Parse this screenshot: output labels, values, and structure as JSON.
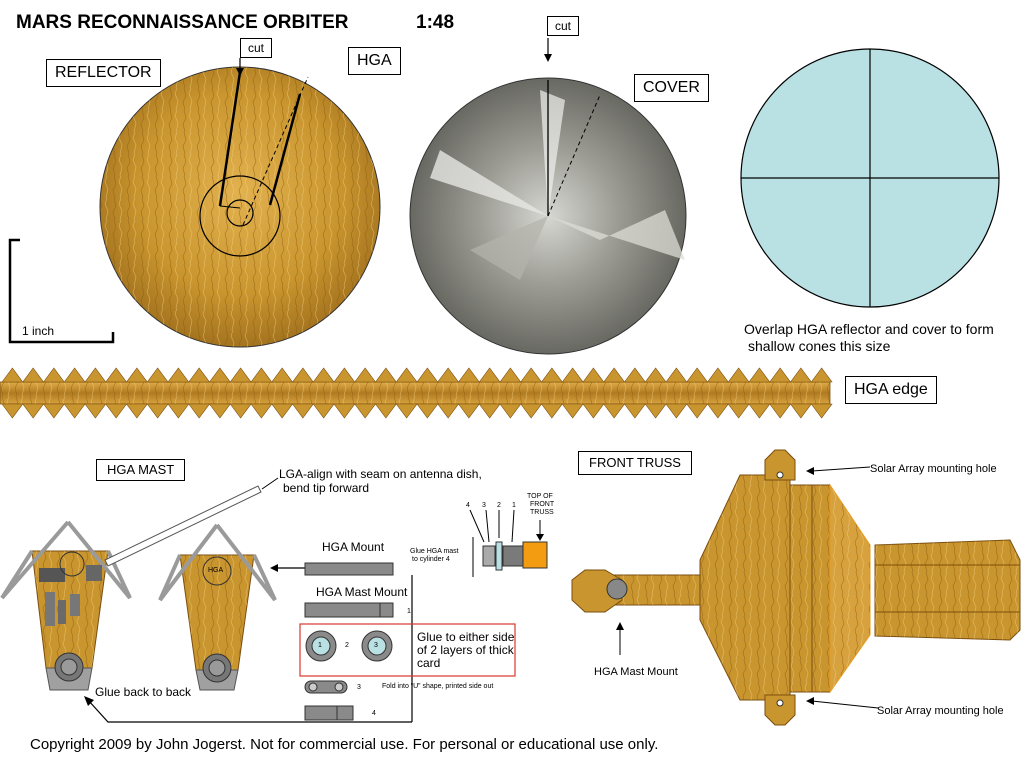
{
  "title": "MARS RECONNAISSANCE ORBITER",
  "scale": "1:48",
  "labels": {
    "reflector": "REFLECTOR",
    "hga": "HGA",
    "cover": "COVER",
    "cut1": "cut",
    "cut2": "cut",
    "inch": "1 inch",
    "overlap_note_1": "Overlap HGA reflector and cover to form",
    "overlap_note_2": "shallow cones this size",
    "hga_edge": "HGA edge",
    "hga_mast": "HGA MAST",
    "lga_note_1": "LGA-align with seam on antenna dish,",
    "lga_note_2": "bend tip forward",
    "hga_mount": "HGA Mount",
    "hga_mast_mount": "HGA Mast Mount",
    "glue_mast_1": "Glue HGA mast",
    "glue_mast_2": "to cylinder 4",
    "top_truss_1": "TOP OF",
    "top_truss_2": "FRONT",
    "top_truss_3": "TRUSS",
    "glue_either_1": "Glue to either side",
    "glue_either_2": "of 2 layers  of thick",
    "glue_either_3": "card",
    "fold_note": "Fold into “U” shape, printed side out",
    "glue_back": "Glue back to back",
    "front_truss": "FRONT TRUSS",
    "solar_hole_top": "Solar Array mounting hole",
    "solar_hole_bottom": "Solar Array mounting hole",
    "hga_mast_mount_bottom": "HGA Mast Mount",
    "hga_inset": "HGA",
    "num": {
      "n1": "1",
      "n2": "2",
      "n3": "3",
      "n4": "4",
      "t4": "4",
      "t3": "3",
      "t2": "2",
      "t1": "1",
      "c1": "1",
      "c3": "3"
    }
  },
  "copyright": "Copyright 2009 by John Jogerst.  Not for commercial use.  For personal or educational use only.",
  "colors": {
    "gold": "#c9952e",
    "gold_dark": "#8a5a12",
    "cover_gray": "#8c8c86",
    "light_blue": "#b9e0e3",
    "orange": "#f39c12",
    "red_box": "#d9372e",
    "mast_gray": "#8a8a8a"
  }
}
